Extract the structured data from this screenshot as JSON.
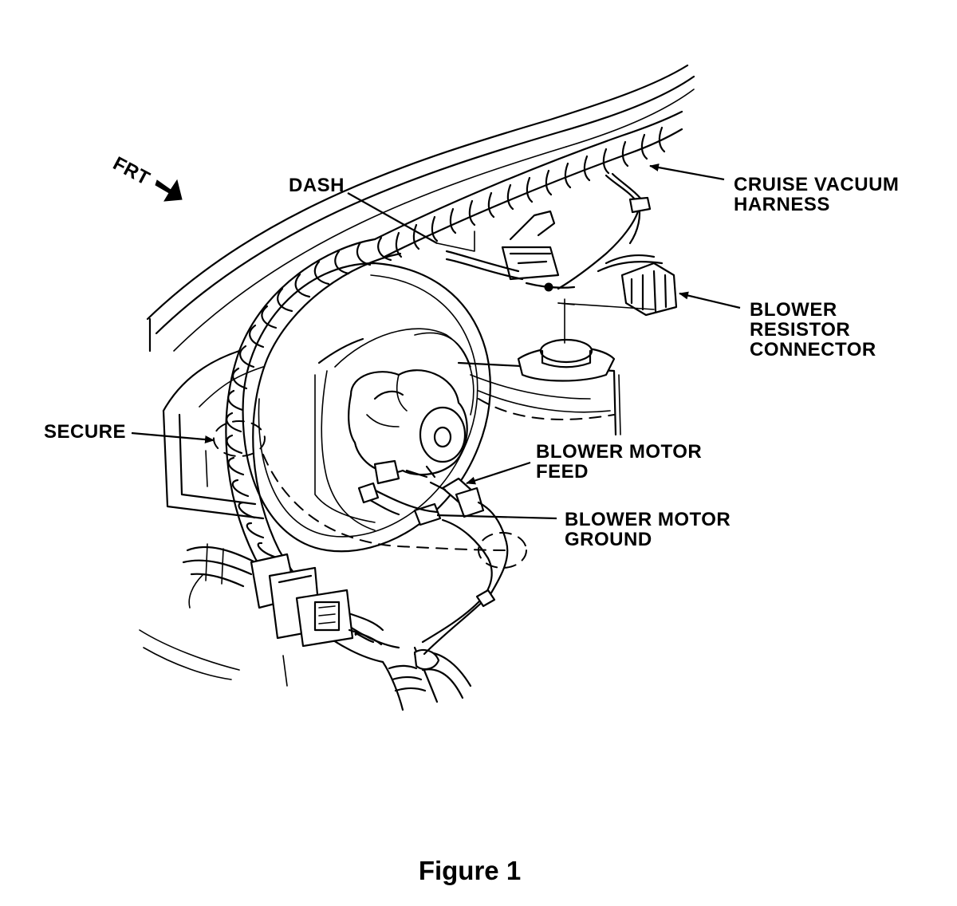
{
  "figure": {
    "labels": {
      "frt": "FRT",
      "dash": "DASH",
      "cruise_vacuum_harness": [
        "CRUISE VACUUM",
        "HARNESS"
      ],
      "blower_resistor_connector": [
        "BLOWER",
        "RESISTOR",
        "CONNECTOR"
      ],
      "secure": "SECURE",
      "blower_motor_feed": [
        "BLOWER MOTOR",
        "FEED"
      ],
      "blower_motor_ground": [
        "BLOWER MOTOR",
        "GROUND"
      ]
    },
    "caption": "Figure 1"
  }
}
